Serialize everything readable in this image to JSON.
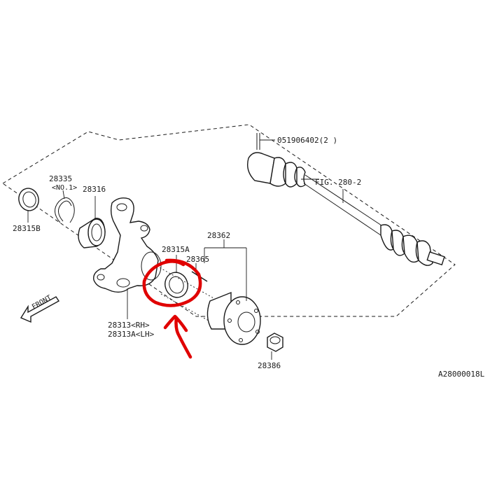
{
  "labels": {
    "bolt_top": "051906402(2 )",
    "fig_ref": "FIG. 280-2",
    "front": "FRONT",
    "seal_outer": "28315B",
    "snap_ring": "28335",
    "snap_ring_note": "<NO.1>",
    "bearing": "28316",
    "hub_assy": "28362",
    "seal_inner": "28315A",
    "stud": "28365",
    "knuckle_rh": "28313<RH>",
    "knuckle_lh": "28313A<LH>",
    "nut": "28386",
    "diagram_code": "A28000018L"
  },
  "colors": {
    "line": "#1a1a1a",
    "markup": "#e00000",
    "background": "#ffffff"
  }
}
